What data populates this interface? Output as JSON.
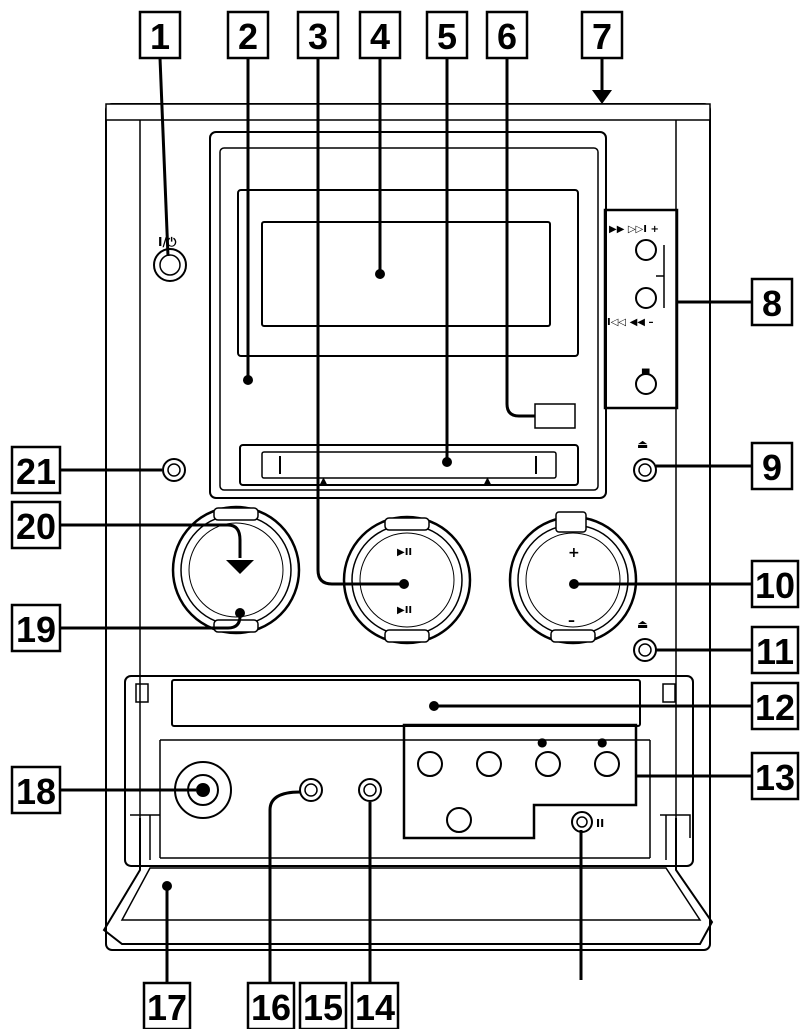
{
  "callouts": [
    "1",
    "2",
    "3",
    "4",
    "5",
    "6",
    "7",
    "8",
    "9",
    "10",
    "11",
    "12",
    "13",
    "14",
    "15",
    "16",
    "17",
    "18",
    "19",
    "20",
    "21"
  ],
  "panel_labels": {
    "power": "I/⏻",
    "ffwd_next": "▶▶ ▷▷I +",
    "rew_prev": "I◁◁ ◀◀ –",
    "stop": "■",
    "eject_9": "⏏",
    "eject_11": "⏏",
    "play_pause_top": "▶II",
    "play_pause_bottom": "▶II",
    "volume_plus": "+",
    "volume_minus": "–",
    "pause_13": "II",
    "rec_dot_1": "●",
    "rec_dot_2": "●"
  },
  "colors": {
    "line": "#000000",
    "panel": "#ffffff",
    "shade": "#d9d9d9"
  }
}
